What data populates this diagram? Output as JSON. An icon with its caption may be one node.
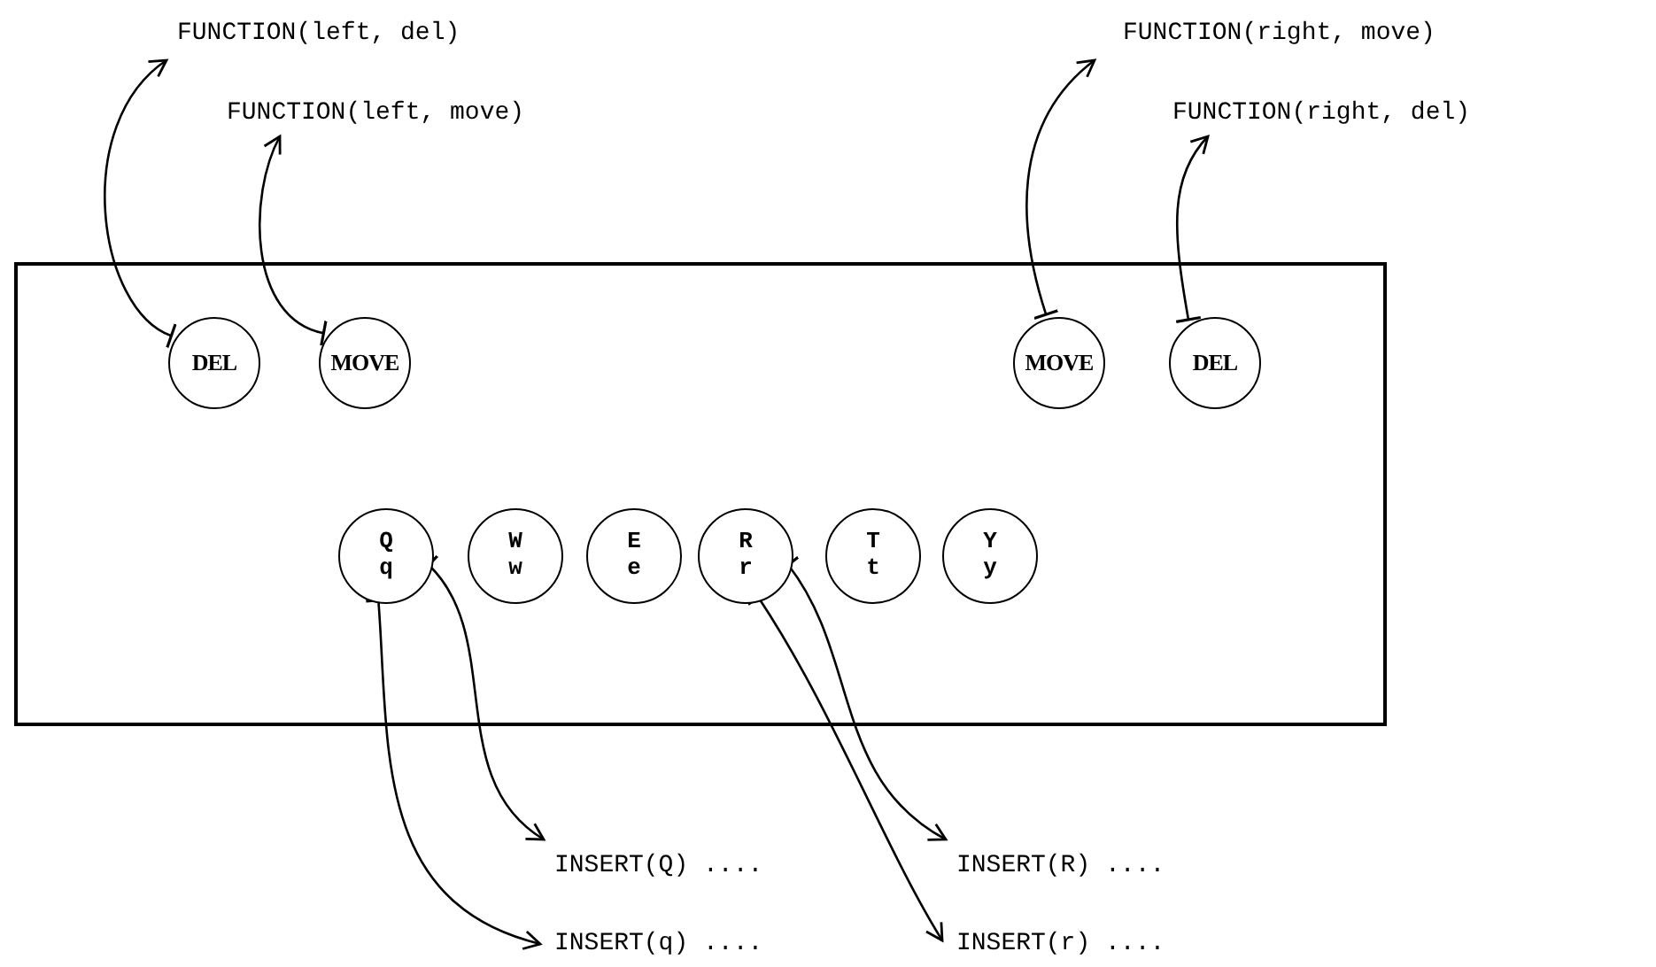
{
  "diagram": {
    "nodes": [
      {
        "text": [
          "FUNCTION(left, del)"
        ]
      },
      {
        "text": [
          "FUNCTION(right, move)"
        ]
      },
      {
        "text": [
          "FUNCTION(left, move)"
        ]
      },
      {
        "text": [
          "FUNCTION(right, del)"
        ]
      },
      {
        "text": [],
        "shape": "box"
      },
      {
        "text": [
          "DEL"
        ],
        "in": 4
      },
      {
        "text": [
          "MOVE"
        ],
        "in": 4
      },
      {
        "text": [
          "MOVE"
        ],
        "in": 4
      },
      {
        "text": [
          "DEL"
        ],
        "in": 4
      },
      {
        "text": [
          "Q",
          "q"
        ],
        "in": 4
      },
      {
        "text": [
          "W",
          "w"
        ],
        "in": 4
      },
      {
        "text": [
          "E",
          "e"
        ],
        "in": 4
      },
      {
        "text": [
          "R",
          "r"
        ],
        "in": 4
      },
      {
        "text": [
          "T",
          "t"
        ],
        "in": 4
      },
      {
        "text": [
          "Y",
          "y"
        ],
        "in": 4
      },
      {
        "text": [
          "INSERT(Q) ...."
        ]
      },
      {
        "text": [
          "INSERT(R) ...."
        ]
      },
      {
        "text": [
          "INSERT(q) ...."
        ]
      },
      {
        "text": [
          "INSERT(r) ...."
        ]
      }
    ],
    "edges": [
      {
        "from": 5,
        "to": 0,
        "arrow": "to"
      },
      {
        "from": 6,
        "to": 2,
        "arrow": "to"
      },
      {
        "from": 7,
        "to": 1,
        "arrow": "to"
      },
      {
        "from": 8,
        "to": 3,
        "arrow": "to"
      },
      {
        "from": 9,
        "to": 15,
        "arrow": "to"
      },
      {
        "from": 9,
        "to": 17,
        "arrow": "to"
      },
      {
        "from": 12,
        "to": 16,
        "arrow": "to"
      },
      {
        "from": 12,
        "to": 18,
        "arrow": "to"
      }
    ]
  }
}
